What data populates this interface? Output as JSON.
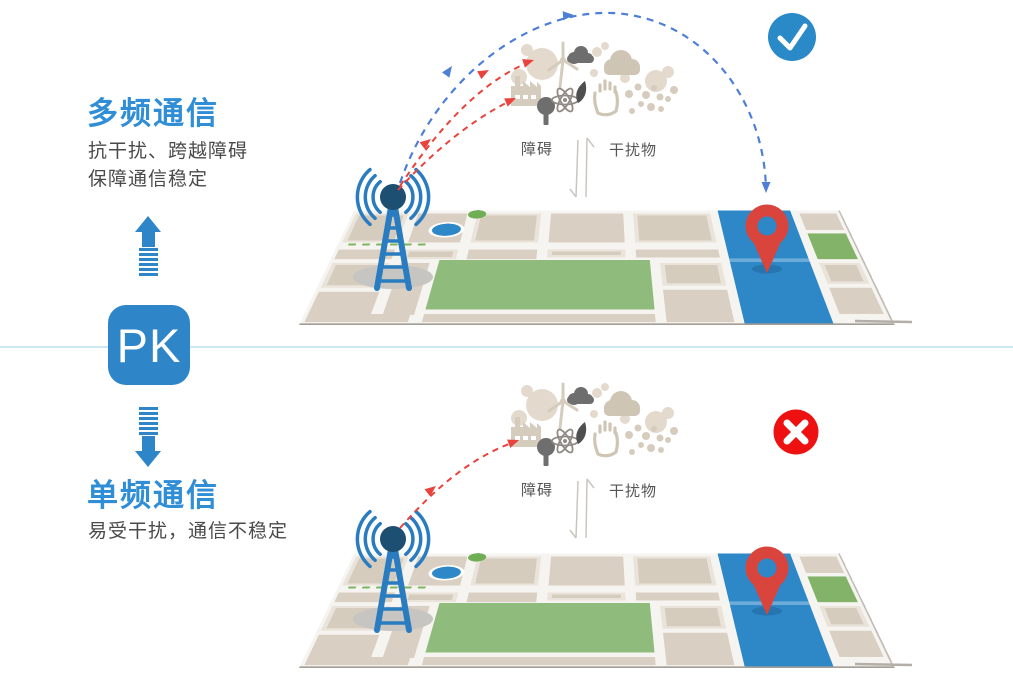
{
  "top_section": {
    "title": "多频通信",
    "subtitle_lines": [
      "抗干扰、跨越障碍",
      "保障通信稳定"
    ],
    "obstacle_label": "障碍",
    "interference_label": "干扰物",
    "result": "success"
  },
  "bottom_section": {
    "title": "单频通信",
    "subtitle_lines": [
      "易受干扰，通信不稳定"
    ],
    "obstacle_label": "障碍",
    "interference_label": "干扰物",
    "result": "failure"
  },
  "pk_badge": {
    "label": "PK"
  },
  "colors": {
    "title_blue": "#2f8ed6",
    "badge_blue": "#2e86c8",
    "arc_red": "#e8433c",
    "arc_blue": "#4d7fd6",
    "map_road_blue": "#2e87c7",
    "park_green": "#8fbb7c",
    "pin_red": "#d9453d",
    "success_blue": "#2a8ac8",
    "failure_red": "#ee1111",
    "divider_blue": "#cde7f4"
  }
}
